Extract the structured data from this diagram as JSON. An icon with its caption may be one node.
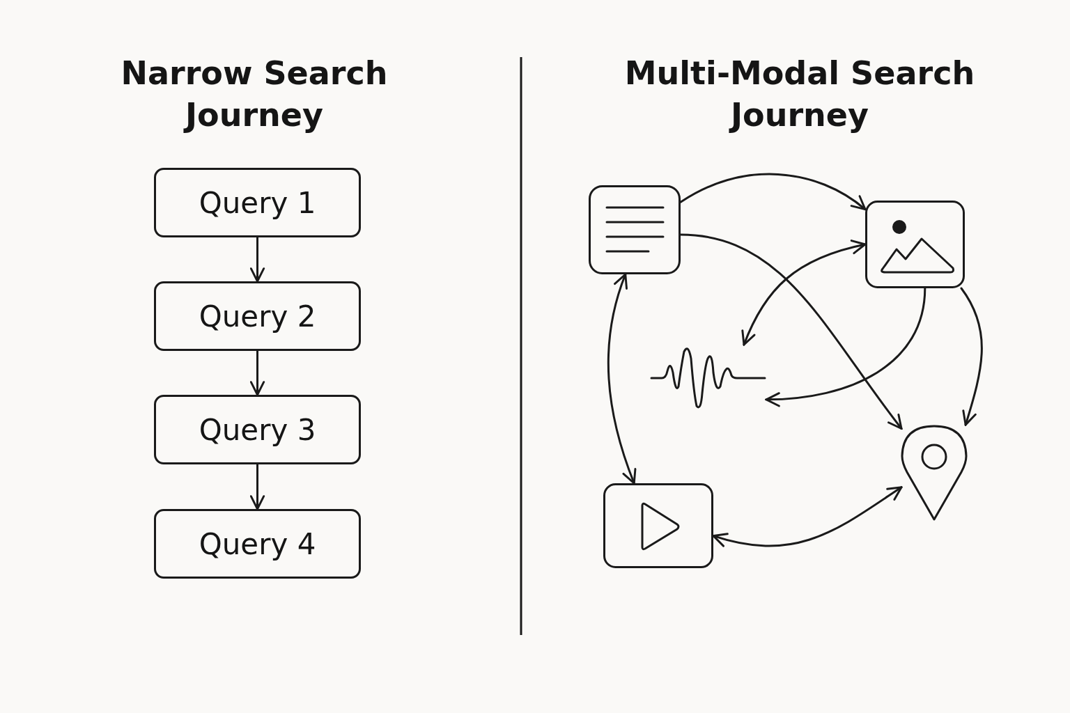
{
  "diagram": {
    "nodes": [
      {
        "text": [
          "Query 1"
        ]
      },
      {
        "text": [
          "Query 2"
        ]
      },
      {
        "text": [
          "Query 3"
        ]
      },
      {
        "text": [
          "Query 4"
        ]
      },
      {
        "text": [],
        "shape": "picture"
      },
      {
        "text": [],
        "shape": "picture"
      },
      {
        "text": [],
        "shape": "picture"
      },
      {
        "text": [],
        "shape": "picture"
      },
      {
        "text": [],
        "shape": "picture"
      }
    ],
    "edges": [
      {
        "from": 0,
        "to": 1,
        "arrow": "to"
      },
      {
        "from": 1,
        "to": 2,
        "arrow": "to"
      },
      {
        "from": 2,
        "to": 3,
        "arrow": "to"
      },
      {
        "from": 4,
        "to": 5,
        "arrow": "to"
      },
      {
        "from": 4,
        "to": 8,
        "arrow": "to"
      },
      {
        "from": 5,
        "to": 6,
        "arrow": "both"
      },
      {
        "from": 5,
        "to": 6,
        "arrow": "to"
      },
      {
        "from": 5,
        "to": 8,
        "arrow": "to"
      },
      {
        "from": 4,
        "to": 7,
        "arrow": "both"
      },
      {
        "from": 7,
        "to": 8,
        "arrow": "both"
      }
    ],
    "labels": [
      "Narrow Search Journey",
      "Multi-Modal Search Journey"
    ]
  }
}
